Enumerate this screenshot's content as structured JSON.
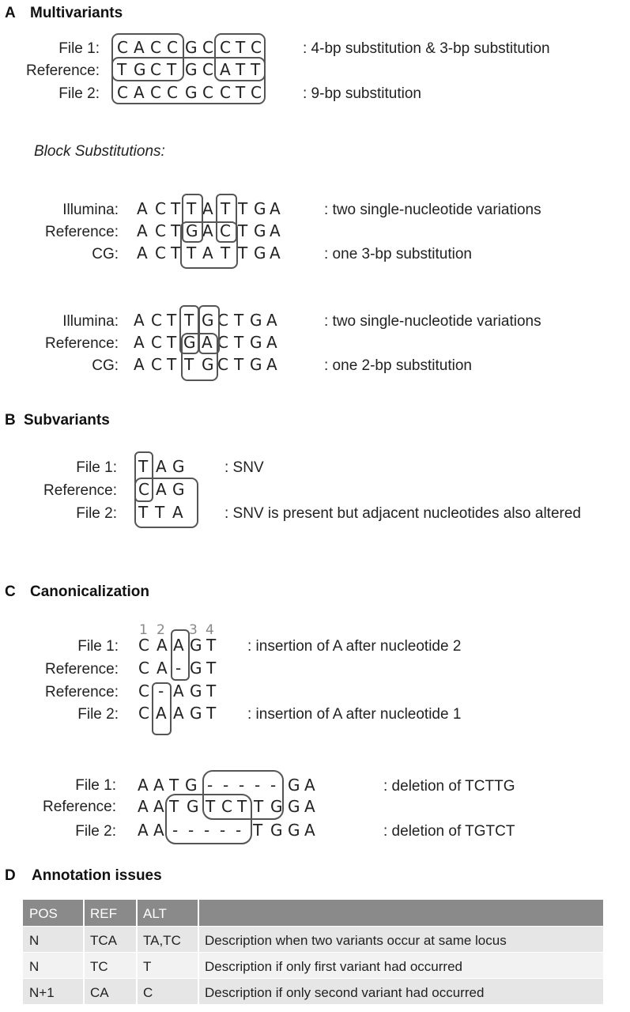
{
  "sectionA": {
    "letter": "A",
    "title": "Multivariants",
    "rows": [
      {
        "label": "File 1:",
        "seq": [
          "C",
          "A",
          "C",
          "C",
          "G",
          "C",
          "C",
          "T",
          "C"
        ],
        "desc": ": 4-bp substitution & 3-bp substitution"
      },
      {
        "label": "Reference:",
        "seq": [
          "T",
          "G",
          "C",
          "T",
          "G",
          "C",
          "A",
          "T",
          "T"
        ],
        "desc": ""
      },
      {
        "label": "File 2:",
        "seq": [
          "C",
          "A",
          "C",
          "C",
          "G",
          "C",
          "C",
          "T",
          "C"
        ],
        "desc": ": 9-bp substitution"
      }
    ],
    "block_title": "Block Substitutions:",
    "block1": [
      {
        "label": "Illumina:",
        "seq": [
          "A",
          "C",
          "T",
          "T",
          "A",
          "T",
          "T",
          "G",
          "A"
        ],
        "desc": ": two single-nucleotide variations"
      },
      {
        "label": "Reference:",
        "seq": [
          "A",
          "C",
          "T",
          "G",
          "A",
          "C",
          "T",
          "G",
          "A"
        ],
        "desc": ""
      },
      {
        "label": "CG:",
        "seq": [
          "A",
          "C",
          "T",
          "T",
          "A",
          "T",
          "T",
          "G",
          "A"
        ],
        "desc": ": one 3-bp substitution"
      }
    ],
    "block2": [
      {
        "label": "Illumina:",
        "seq": [
          "A",
          "C",
          "T",
          "T",
          "G",
          "C",
          "T",
          "G",
          "A"
        ],
        "desc": ": two single-nucleotide variations"
      },
      {
        "label": "Reference:",
        "seq": [
          "A",
          "C",
          "T",
          "G",
          "A",
          "C",
          "T",
          "G",
          "A"
        ],
        "desc": ""
      },
      {
        "label": "CG:",
        "seq": [
          "A",
          "C",
          "T",
          "T",
          "G",
          "C",
          "T",
          "G",
          "A"
        ],
        "desc": ": one 2-bp substitution"
      }
    ]
  },
  "sectionB": {
    "letter": "B",
    "title": "Subvariants",
    "rows": [
      {
        "label": "File 1:",
        "seq": [
          "T",
          "A",
          "G"
        ],
        "desc": ": SNV"
      },
      {
        "label": "Reference:",
        "seq": [
          "C",
          "A",
          "G"
        ],
        "desc": ""
      },
      {
        "label": "File 2:",
        "seq": [
          "T",
          "T",
          "A"
        ],
        "desc": ": SNV is present but adjacent nucleotides also altered"
      }
    ]
  },
  "sectionC": {
    "letter": "C",
    "title": "Canonicalization",
    "positions": [
      "1",
      "2",
      "3",
      "4"
    ],
    "ins_rows": [
      {
        "label": "File 1:",
        "seq": [
          "C",
          "A",
          "A",
          "G",
          "T"
        ],
        "desc": ": insertion of A after nucleotide 2"
      },
      {
        "label": "Reference:",
        "seq": [
          "C",
          "A",
          "-",
          "G",
          "T"
        ],
        "desc": ""
      },
      {
        "label": "Reference:",
        "seq": [
          "C",
          "-",
          "A",
          "G",
          "T"
        ],
        "desc": ""
      },
      {
        "label": "File 2:",
        "seq": [
          "C",
          "A",
          "A",
          "G",
          "T"
        ],
        "desc": ": insertion of A after nucleotide 1"
      }
    ],
    "del_rows": [
      {
        "label": "File 1:",
        "seq": [
          "A",
          "A",
          "T",
          "G",
          "-",
          "-",
          "-",
          "-",
          "-",
          "G",
          "A"
        ],
        "desc": ": deletion of TCTTG"
      },
      {
        "label": "Reference:",
        "seq": [
          "A",
          "A",
          "T",
          "G",
          "T",
          "C",
          "T",
          "T",
          "G",
          "G",
          "A"
        ],
        "desc": ""
      },
      {
        "label": "File 2:",
        "seq": [
          "A",
          "A",
          "-",
          "-",
          "-",
          "-",
          "-",
          "T",
          "G",
          "G",
          "A"
        ],
        "desc": ": deletion of TGTCT"
      }
    ]
  },
  "sectionD": {
    "letter": "D",
    "title": "Annotation issues",
    "table": {
      "header": [
        "POS",
        "REF",
        "ALT",
        ""
      ],
      "rows": [
        [
          "N",
          "TCA",
          "TA,TC",
          "Description when two variants occur at same locus"
        ],
        [
          "N",
          "TC",
          "T",
          "Description if only first variant had occurred"
        ],
        [
          "N+1",
          "CA",
          "C",
          "Description if only second variant had occurred"
        ]
      ]
    },
    "colors": {
      "header_bg": "#8a8a8a",
      "row_alt_bg": "#e6e6e6",
      "row_bg": "#f2f2f2"
    }
  }
}
